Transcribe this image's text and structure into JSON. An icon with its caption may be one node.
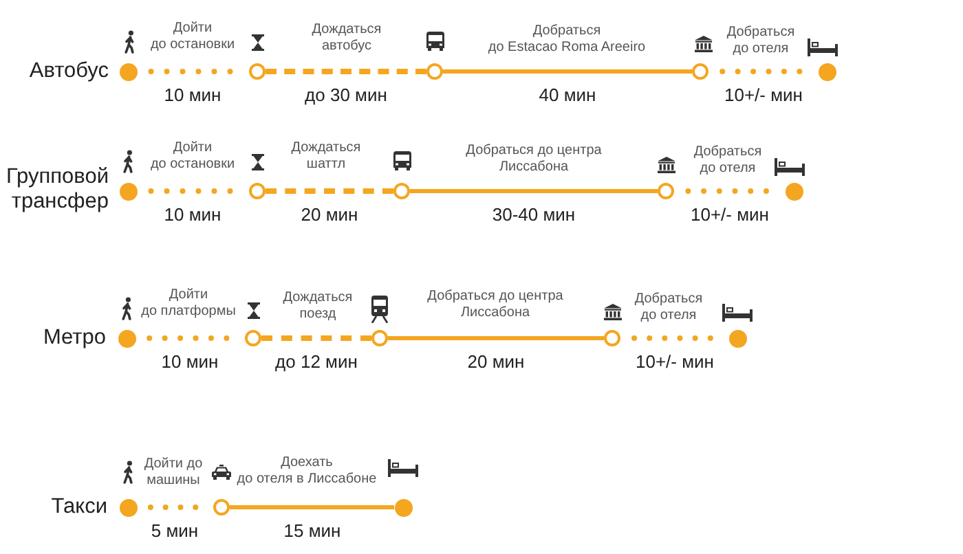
{
  "diagram": {
    "nodes": [
      {
        "text": [],
        "shape": "circle"
      },
      {
        "text": [],
        "shape": "circle"
      },
      {
        "text": [],
        "shape": "circle"
      },
      {
        "text": [],
        "shape": "circle"
      },
      {
        "text": [],
        "shape": "circle"
      },
      {
        "text": [],
        "shape": "circle"
      },
      {
        "text": [],
        "shape": "circle"
      },
      {
        "text": [],
        "shape": "circle"
      },
      {
        "text": [],
        "shape": "circle"
      },
      {
        "text": [],
        "shape": "circle"
      },
      {
        "text": [],
        "shape": "circle"
      },
      {
        "text": [],
        "shape": "circle"
      },
      {
        "text": [],
        "shape": "circle"
      },
      {
        "text": [],
        "shape": "circle"
      },
      {
        "text": [],
        "shape": "circle"
      },
      {
        "text": [],
        "shape": "circle"
      },
      {
        "text": [],
        "shape": "circle"
      },
      {
        "text": [],
        "shape": "circle"
      }
    ],
    "edges": [
      {
        "from": 0,
        "to": 1,
        "arrow": "none",
        "style": "dashed",
        "label": "10 мин"
      },
      {
        "from": 1,
        "to": 2,
        "arrow": "none",
        "style": "dashed",
        "label": "до 30 мин"
      },
      {
        "from": 2,
        "to": 3,
        "arrow": "none",
        "label": "40 мин"
      },
      {
        "from": 3,
        "to": 4,
        "arrow": "none",
        "style": "dashed",
        "label": "10+/- мин"
      },
      {
        "from": 5,
        "to": 6,
        "arrow": "none",
        "style": "dashed",
        "label": "10 мин"
      },
      {
        "from": 6,
        "to": 7,
        "arrow": "none",
        "style": "dashed",
        "label": "20 мин"
      },
      {
        "from": 7,
        "to": 8,
        "arrow": "none",
        "label": "30-40 мин"
      },
      {
        "from": 8,
        "to": 9,
        "arrow": "none",
        "style": "dashed",
        "label": "10+/- мин"
      },
      {
        "from": 10,
        "to": 11,
        "arrow": "none",
        "style": "dashed",
        "label": "10 мин"
      },
      {
        "from": 11,
        "to": 12,
        "arrow": "none",
        "style": "dashed",
        "label": "до 12 мин"
      },
      {
        "from": 12,
        "to": 13,
        "arrow": "none",
        "label": "20 мин"
      },
      {
        "from": 13,
        "to": 14,
        "arrow": "none",
        "style": "dashed",
        "label": "10+/- мин"
      },
      {
        "from": 15,
        "to": 16,
        "arrow": "none",
        "style": "dashed",
        "label": "5 мин"
      },
      {
        "from": 16,
        "to": 17,
        "arrow": "none",
        "label": "15 мин"
      }
    ],
    "labels": [
      "Автобус",
      "Дойти до остановки",
      "Дождаться автобус",
      "Добраться до Estacao Roma Areeiro",
      "Добраться до отеля",
      "Групповой трансфер",
      "Дойти до остановки",
      "Дождаться шаттл",
      "Добраться до центра Лиссабона",
      "Добраться до отеля",
      "Метро",
      "Дойти до платформы",
      "Дождаться поезд",
      "Добраться до центра Лиссабона",
      "Добраться до отеля",
      "Такси",
      "Дойти до машины",
      "Доехать до отеля в Лиссабоне"
    ]
  }
}
